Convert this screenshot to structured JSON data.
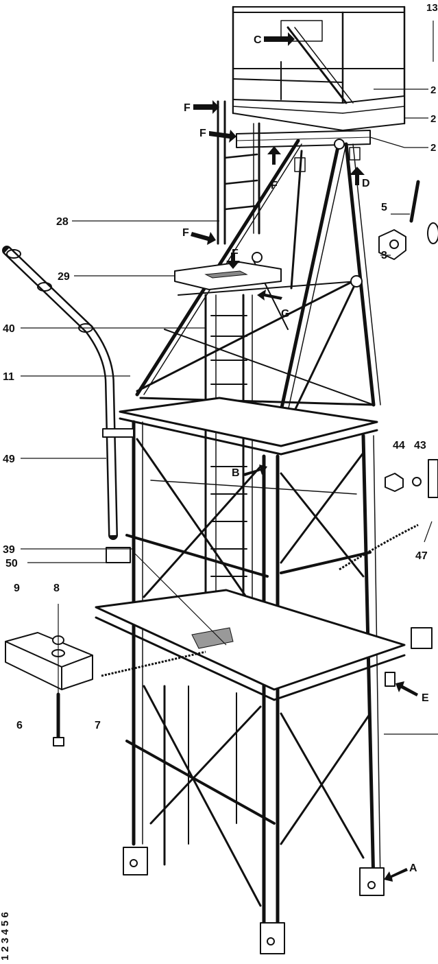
{
  "callouts": {
    "n28": "28",
    "n29": "29",
    "n40": "40",
    "n11": "11",
    "n49": "49",
    "n39": "39",
    "n50": "50",
    "n9": "9",
    "n8": "8",
    "n6": "6",
    "n7": "7",
    "n5": "5",
    "n3": "3",
    "n44": "44",
    "n43": "43",
    "n47": "47",
    "n13": "13",
    "n2a": "2",
    "n2b": "2",
    "n2c": "2"
  },
  "arrows": {
    "A": "A",
    "B": "B",
    "C": "C",
    "D": "D",
    "E": "E",
    "F1": "F",
    "F2": "F",
    "F3": "F",
    "F4": "F",
    "F5": "F",
    "G": "G"
  },
  "side_code": "1 2 3 4 5 6"
}
